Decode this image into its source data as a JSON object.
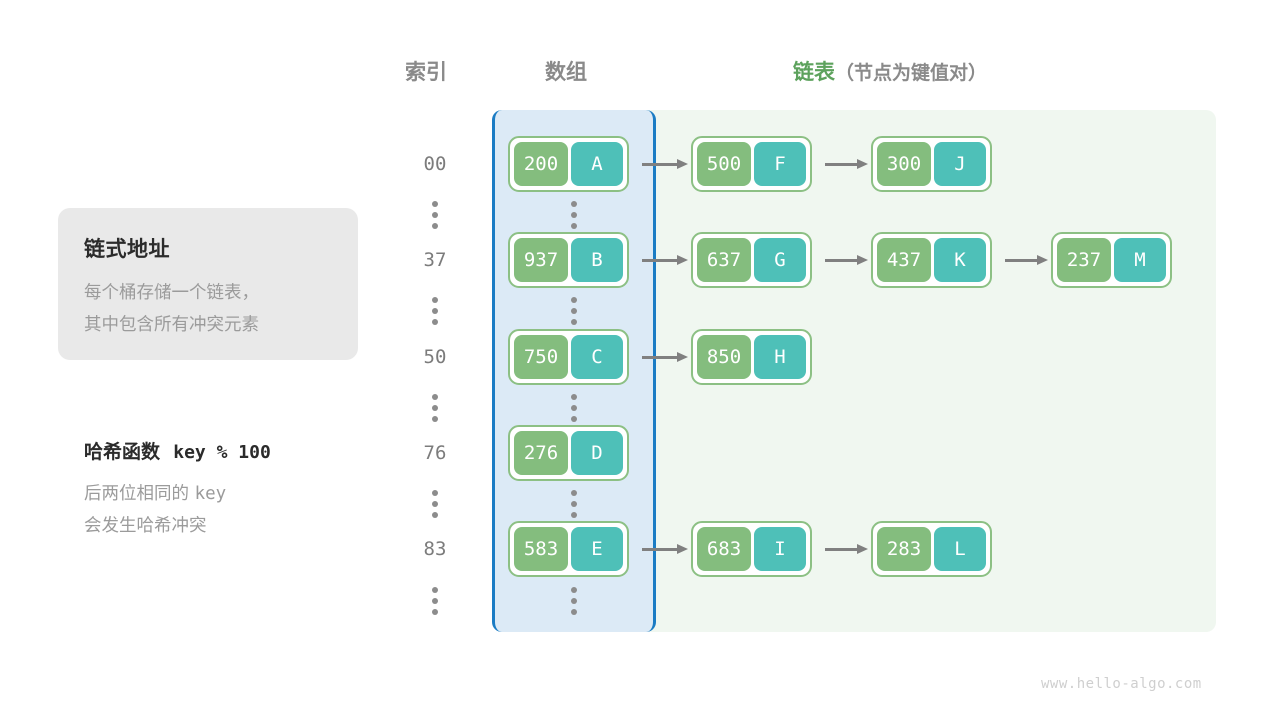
{
  "headers": {
    "index": "索引",
    "array": "数组",
    "list_main": "链表",
    "list_sub": "（节点为键值对）"
  },
  "card": {
    "title": "链式地址",
    "line1": "每个桶存储一个链表，",
    "line2": "其中包含所有冲突元素"
  },
  "note": {
    "title_cn": "哈希函数",
    "title_expr": "key % 100",
    "line1_cn": "后两位相同的",
    "line1_code": "key",
    "line2": "会发生哈希冲突"
  },
  "colors": {
    "key_cell": "#84bd7e",
    "value_cell": "#4ec0b8",
    "node_border": "#8cc084",
    "array_panel_bg": "#dceaf6",
    "array_panel_border": "#1b7cc4",
    "list_panel_bg": "#f0f7f0",
    "arrow": "#808080",
    "header_gray": "#8a8a8a",
    "header_green": "#5da25d",
    "card_bg": "#e9e9e9"
  },
  "rows": [
    {
      "index": "00",
      "bucket": {
        "key": "200",
        "value": "A"
      },
      "chain": [
        {
          "key": "500",
          "value": "F"
        },
        {
          "key": "300",
          "value": "J"
        }
      ]
    },
    {
      "index": "37",
      "bucket": {
        "key": "937",
        "value": "B"
      },
      "chain": [
        {
          "key": "637",
          "value": "G"
        },
        {
          "key": "437",
          "value": "K"
        },
        {
          "key": "237",
          "value": "M"
        }
      ]
    },
    {
      "index": "50",
      "bucket": {
        "key": "750",
        "value": "C"
      },
      "chain": [
        {
          "key": "850",
          "value": "H"
        }
      ]
    },
    {
      "index": "76",
      "bucket": {
        "key": "276",
        "value": "D"
      },
      "chain": []
    },
    {
      "index": "83",
      "bucket": {
        "key": "583",
        "value": "E"
      },
      "chain": [
        {
          "key": "683",
          "value": "I"
        },
        {
          "key": "283",
          "value": "L"
        }
      ]
    }
  ],
  "ellipsis_count": 6,
  "watermark": "www.hello-algo.com"
}
